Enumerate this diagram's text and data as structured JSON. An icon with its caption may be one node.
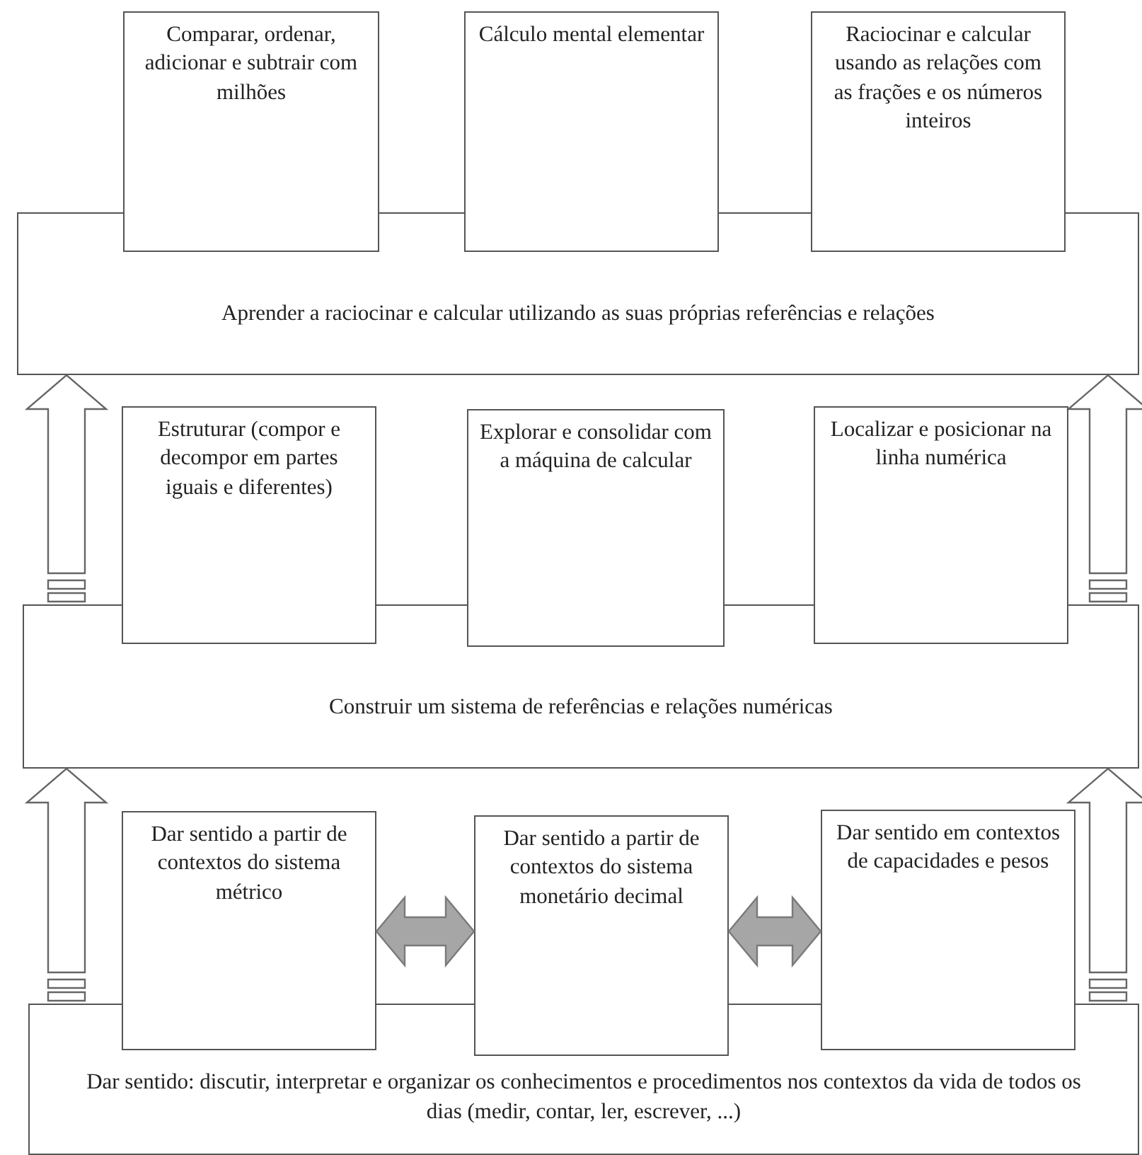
{
  "diagram": {
    "nodes": [
      {
        "text": [
          "Comparar, ordenar, adicionar e subtrair com milhões"
        ]
      },
      {
        "text": [
          "Cálculo mental elementar"
        ]
      },
      {
        "text": [
          "Raciocinar e calcular usando as relações com as frações e os números inteiros"
        ]
      },
      {
        "text": [
          "Aprender a raciocinar e calcular utilizando as suas próprias referências e relações"
        ]
      },
      {
        "text": [
          "Estruturar (compor e decompor em partes iguais e diferentes)"
        ]
      },
      {
        "text": [
          "Explorar e consolidar com a máquina de calcular"
        ]
      },
      {
        "text": [
          "Localizar e posicionar na linha numérica"
        ]
      },
      {
        "text": [
          "Construir um sistema de referências e relações numéricas"
        ]
      },
      {
        "text": [
          "Dar sentido a partir de contextos do sistema métrico"
        ]
      },
      {
        "text": [
          "Dar sentido a partir de contextos do sistema monetário decimal"
        ]
      },
      {
        "text": [
          "Dar sentido em contextos de capacidades e pesos"
        ]
      },
      {
        "text": [
          "Dar sentido: discutir, interpretar e organizar os conhecimentos e procedimentos nos contextos da vida de todos os dias (medir, contar, ler, escrever, ...)"
        ]
      }
    ],
    "edges": [
      {
        "from": 7,
        "to": 3,
        "arrow": "to"
      },
      {
        "from": 7,
        "to": 3,
        "arrow": "to"
      },
      {
        "from": 11,
        "to": 7,
        "arrow": "to"
      },
      {
        "from": 11,
        "to": 7,
        "arrow": "to"
      },
      {
        "from": 8,
        "to": 9,
        "arrow": "both",
        "color": "#a6a6a6"
      },
      {
        "from": 9,
        "to": 10,
        "arrow": "both",
        "color": "#a6a6a6"
      }
    ]
  }
}
